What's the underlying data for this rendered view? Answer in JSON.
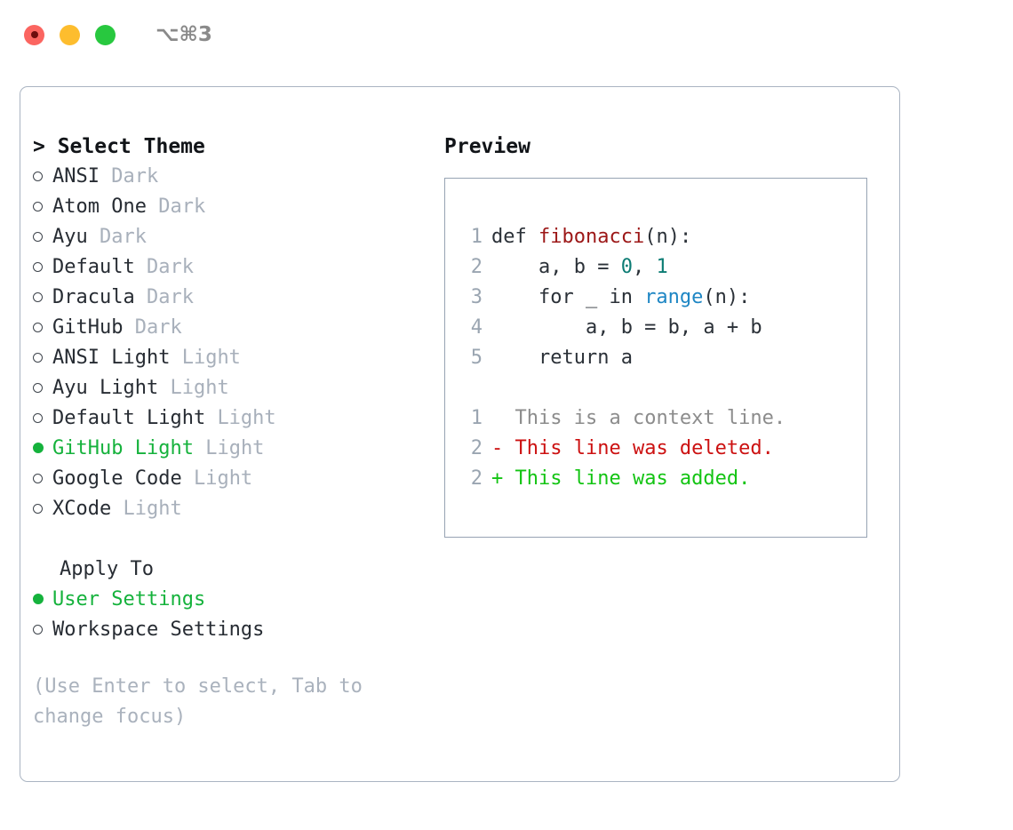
{
  "titlebar": {
    "shortcut": "⌥⌘3",
    "buttons": [
      "close",
      "minimize",
      "maximize"
    ]
  },
  "theme_selector": {
    "heading": "> Select Theme",
    "items": [
      {
        "bullet": "○",
        "name": "ANSI",
        "variant": "Dark",
        "selected": false
      },
      {
        "bullet": "○",
        "name": "Atom One",
        "variant": "Dark",
        "selected": false
      },
      {
        "bullet": "○",
        "name": "Ayu",
        "variant": "Dark",
        "selected": false
      },
      {
        "bullet": "○",
        "name": "Default",
        "variant": "Dark",
        "selected": false
      },
      {
        "bullet": "○",
        "name": "Dracula",
        "variant": "Dark",
        "selected": false
      },
      {
        "bullet": "○",
        "name": "GitHub",
        "variant": "Dark",
        "selected": false
      },
      {
        "bullet": "○",
        "name": "ANSI Light",
        "variant": "Light",
        "selected": false
      },
      {
        "bullet": "○",
        "name": "Ayu Light",
        "variant": "Light",
        "selected": false
      },
      {
        "bullet": "○",
        "name": "Default Light",
        "variant": "Light",
        "selected": false
      },
      {
        "bullet": "●",
        "name": "GitHub Light",
        "variant": "Light",
        "selected": true
      },
      {
        "bullet": "○",
        "name": "Google Code",
        "variant": "Light",
        "selected": false
      },
      {
        "bullet": "○",
        "name": "XCode",
        "variant": "Light",
        "selected": false
      }
    ]
  },
  "apply_to": {
    "heading": "Apply To",
    "items": [
      {
        "bullet": "●",
        "name": "User Settings",
        "selected": true
      },
      {
        "bullet": "○",
        "name": "Workspace Settings",
        "selected": false
      }
    ]
  },
  "hint": "(Use Enter to select, Tab to change focus)",
  "preview": {
    "title": "Preview",
    "code_lines": [
      {
        "num": "1",
        "tokens": [
          {
            "t": "def ",
            "c": "plain"
          },
          {
            "t": "fibonacci",
            "c": "fn"
          },
          {
            "t": "(n):",
            "c": "plain"
          }
        ]
      },
      {
        "num": "2",
        "tokens": [
          {
            "t": "    a, b = ",
            "c": "plain"
          },
          {
            "t": "0",
            "c": "num"
          },
          {
            "t": ", ",
            "c": "plain"
          },
          {
            "t": "1",
            "c": "num"
          }
        ]
      },
      {
        "num": "3",
        "tokens": [
          {
            "t": "    for _ in ",
            "c": "plain"
          },
          {
            "t": "range",
            "c": "call"
          },
          {
            "t": "(n):",
            "c": "plain"
          }
        ]
      },
      {
        "num": "4",
        "tokens": [
          {
            "t": "        a, b = b, a + b",
            "c": "plain"
          }
        ]
      },
      {
        "num": "5",
        "tokens": [
          {
            "t": "    return a",
            "c": "plain"
          }
        ]
      }
    ],
    "diff_lines": [
      {
        "num": "1",
        "marker": "  ",
        "text": "This is a context line.",
        "kind": "ctx"
      },
      {
        "num": "2",
        "marker": "- ",
        "text": "This line was deleted.",
        "kind": "del"
      },
      {
        "num": "2",
        "marker": "+ ",
        "text": "This line was added.",
        "kind": "add"
      }
    ]
  },
  "colors": {
    "accent_green": "#15b23c",
    "diff_added": "#13c413",
    "diff_deleted": "#cc1111",
    "function_name": "#9c1717",
    "number_literal": "#0c7c74",
    "builtin_call": "#1e86c4",
    "muted_text": "#a8b0bb",
    "border": "#aab4c2"
  }
}
